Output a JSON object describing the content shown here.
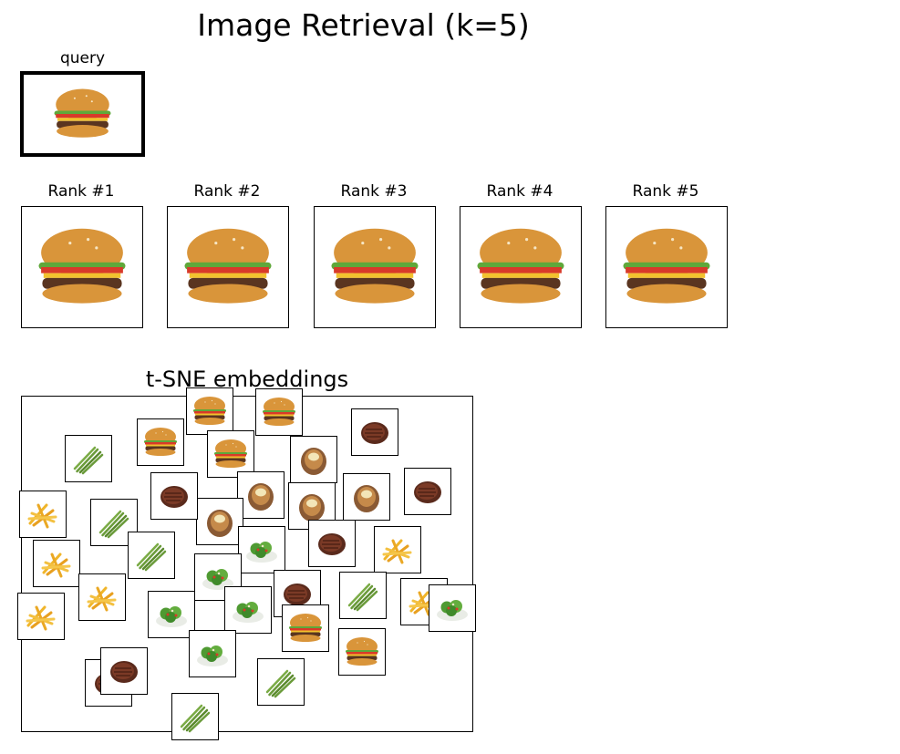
{
  "figure": {
    "title": "Image Retrieval (k=5)",
    "query_label": "query",
    "query_item": "burger",
    "ranks": [
      {
        "label": "Rank #1",
        "item": "burger"
      },
      {
        "label": "Rank #2",
        "item": "burger"
      },
      {
        "label": "Rank #3",
        "item": "burger"
      },
      {
        "label": "Rank #4",
        "item": "burger"
      },
      {
        "label": "Rank #5",
        "item": "burger"
      }
    ],
    "tsne_title": "t-SNE embeddings"
  },
  "tsne_thumbnails": [
    {
      "item": "burger"
    },
    {
      "item": "burger"
    },
    {
      "item": "steak"
    },
    {
      "item": "asparagus"
    },
    {
      "item": "burger"
    },
    {
      "item": "burger"
    },
    {
      "item": "baked-potato"
    },
    {
      "item": "steak"
    },
    {
      "item": "baked-potato"
    },
    {
      "item": "baked-potato"
    },
    {
      "item": "fries"
    },
    {
      "item": "baked-potato"
    },
    {
      "item": "baked-potato"
    },
    {
      "item": "steak"
    },
    {
      "item": "asparagus"
    },
    {
      "item": "fries"
    },
    {
      "item": "salad"
    },
    {
      "item": "steak"
    },
    {
      "item": "fries"
    },
    {
      "item": "asparagus"
    },
    {
      "item": "salad"
    },
    {
      "item": "steak"
    },
    {
      "item": "fries"
    },
    {
      "item": "asparagus"
    },
    {
      "item": "fries"
    },
    {
      "item": "salad"
    },
    {
      "item": "fries"
    },
    {
      "item": "salad"
    },
    {
      "item": "salad"
    },
    {
      "item": "burger"
    },
    {
      "item": "salad"
    },
    {
      "item": "burger"
    },
    {
      "item": "steak"
    },
    {
      "item": "steak"
    },
    {
      "item": "asparagus"
    },
    {
      "item": "asparagus"
    }
  ]
}
